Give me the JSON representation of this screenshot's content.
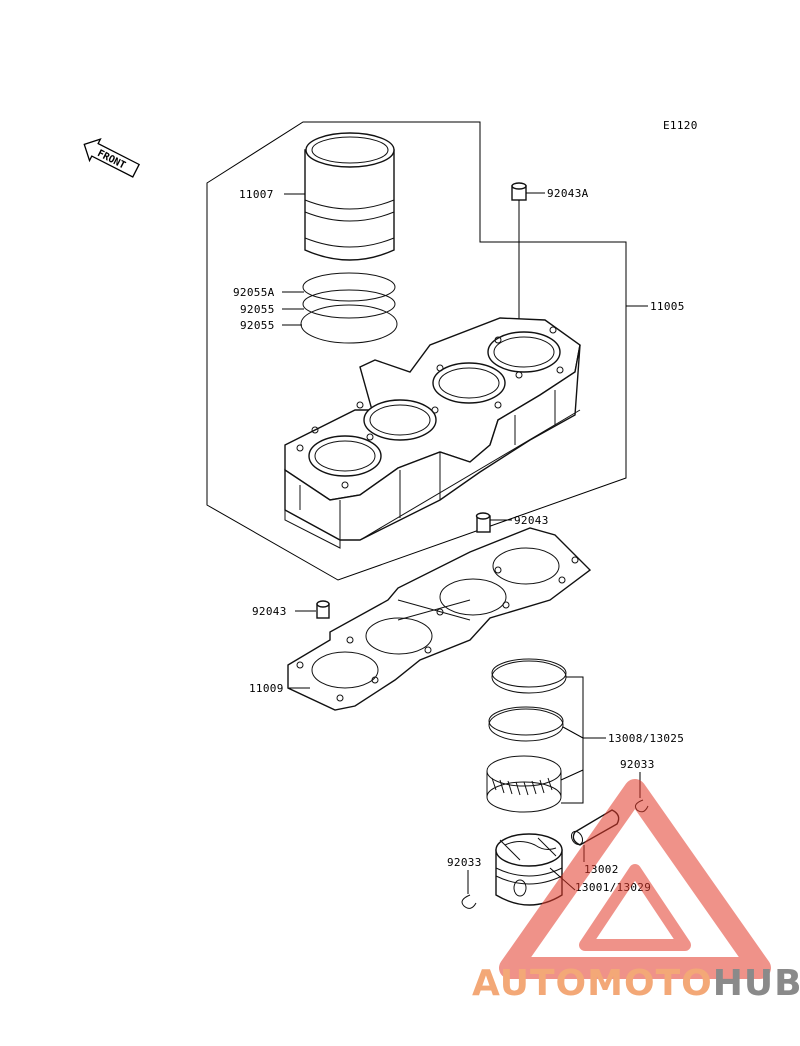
{
  "diagram_code": "E1120",
  "front_label": "FRONT",
  "labels": {
    "p11007": "11007",
    "p92043A": "92043A",
    "p92055A": "92055A",
    "p92055_1": "92055",
    "p92055_2": "92055",
    "p11005": "11005",
    "p92043_top": "92043",
    "p92043_left": "92043",
    "p11009": "11009",
    "p13008": "13008/13025",
    "p92033_right": "92033",
    "p13002": "13002",
    "p92033_left": "92033",
    "p13001": "13001/13029"
  },
  "watermark": {
    "part1": "AUTOMOTO",
    "part2": "HUB",
    "color1": "#f3a877",
    "color2": "#8a8a8a",
    "triangle_color": "#e23a2a"
  }
}
